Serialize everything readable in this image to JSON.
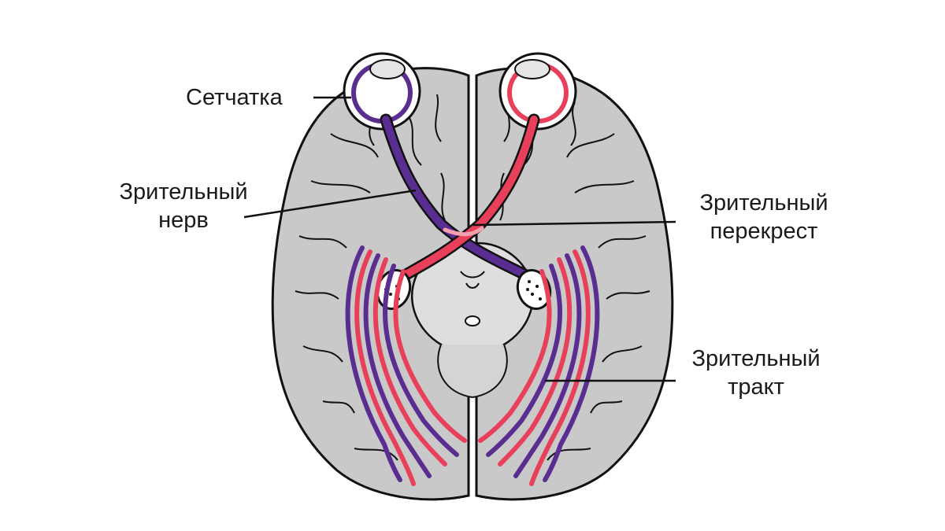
{
  "labels": {
    "retina": "Сетчатка",
    "optic_nerve": [
      "Зрительный",
      "нерв"
    ],
    "optic_chiasm": [
      "Зрительный",
      "перекрест"
    ],
    "optic_tract": [
      "Зрительный",
      "тракт"
    ]
  },
  "colors": {
    "background": "#ffffff",
    "brain_fill": "#c9c9c9",
    "brain_light": "#dedede",
    "outline": "#111111",
    "left_pathway": "#5a2d91",
    "right_pathway": "#e8405a",
    "leader_line": "#111111"
  }
}
